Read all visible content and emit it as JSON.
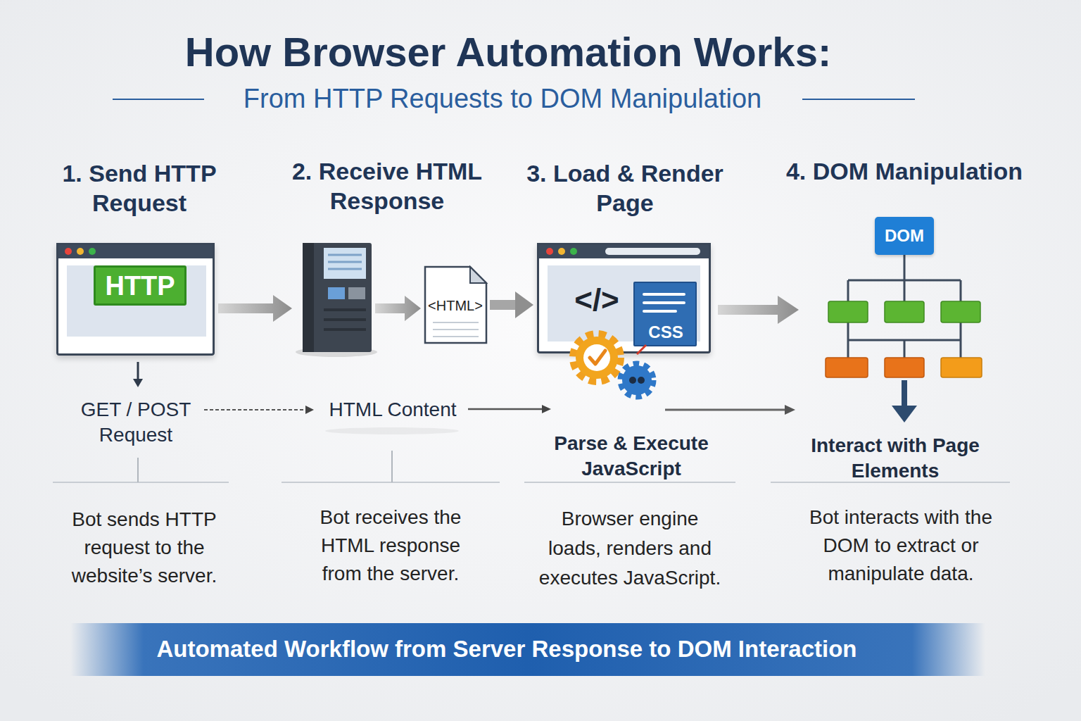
{
  "diagram": {
    "title": "How Browser Automation Works:",
    "caption": "Automated Workflow from Server Response to DOM Interaction",
    "nodes": [
      {
        "text": [
          "1. Send HTTP Request"
        ]
      },
      {
        "text": [
          "HTTP"
        ],
        "in": 0
      },
      {
        "text": [
          "<HTML>"
        ]
      },
      {
        "text": [
          "3. Load & Render Page",
          "</>"
        ]
      },
      {
        "text": [
          "CSS"
        ],
        "in": 3
      },
      {
        "text": [
          "DOM"
        ]
      }
    ],
    "edges": [
      {
        "from": 2,
        "to": 3,
        "arrow": "to"
      }
    ],
    "labels": [
      "From HTTP Requests to DOM Manipulation",
      "2. Receive HTML Response",
      "4. DOM Manipulation",
      "GET / POST Request",
      "HTML Content",
      "Parse & Execute JavaScript",
      "Interact with Page Elements",
      "Bot sends HTTP request to the website’s server.",
      "Bot receives the HTML response from the server.",
      "Browser engine loads, renders and executes JavaScript.",
      "Bot interacts with the DOM to extract or manipulate data."
    ]
  }
}
